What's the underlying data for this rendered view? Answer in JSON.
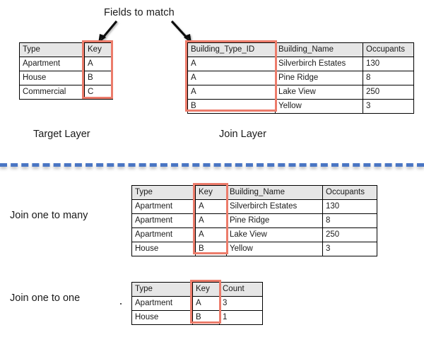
{
  "callouts": {
    "fields_to_match": "Fields to match"
  },
  "labels": {
    "target_layer": "Target Layer",
    "join_layer": "Join Layer",
    "join_one_to_many": "Join one to many",
    "join_one_to_one": "Join one to one"
  },
  "colors": {
    "highlight": "#ec7c6b",
    "divider": "#4a76c4",
    "header_fill": "#e6e6e6",
    "border": "#000000"
  },
  "tables": {
    "target_layer": {
      "headers": [
        "Type",
        "Key"
      ],
      "rows": [
        [
          "Apartment",
          "A"
        ],
        [
          "House",
          "B"
        ],
        [
          "Commercial",
          "C"
        ]
      ],
      "highlight_column": "Key"
    },
    "join_layer": {
      "headers": [
        "Building_Type_ID",
        "Building_Name",
        "Occupants"
      ],
      "rows": [
        [
          "A",
          "Silverbirch Estates",
          "130"
        ],
        [
          "A",
          "Pine Ridge",
          "8"
        ],
        [
          "A",
          "Lake View",
          "250"
        ],
        [
          "B",
          "Yellow",
          "3"
        ]
      ],
      "highlight_column": "Building_Type_ID"
    },
    "one_to_many": {
      "headers": [
        "Type",
        "Key",
        "Building_Name",
        "Occupants"
      ],
      "rows": [
        [
          "Apartment",
          "A",
          "Silverbirch Estates",
          "130"
        ],
        [
          "Apartment",
          "A",
          "Pine Ridge",
          "8"
        ],
        [
          "Apartment",
          "A",
          "Lake View",
          "250"
        ],
        [
          "House",
          "B",
          "Yellow",
          "3"
        ]
      ],
      "highlight_column": "Key"
    },
    "one_to_one": {
      "headers": [
        "Type",
        "Key",
        "Count"
      ],
      "rows": [
        [
          "Apartment",
          "A",
          "3"
        ],
        [
          "House",
          "B",
          "1"
        ]
      ],
      "highlight_column": "Key"
    }
  }
}
